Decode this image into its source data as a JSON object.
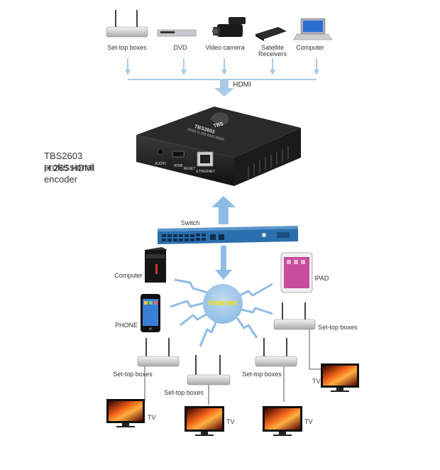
{
  "sources": {
    "stb": "Set-top boxes",
    "dvd": "DVD",
    "camera": "Video camera",
    "satellite_line1": "Satellite",
    "satellite_line2": "Receivers",
    "computer": "Computer"
  },
  "hdmi_label": "HDMI",
  "encoder": {
    "title_line1": "TBS2603 professional",
    "title_line2": "H.265 HDMI encoder",
    "brand": "TBS",
    "model": "TBS2603",
    "subtitle": "HDMI H.265 ENCODER",
    "ports": {
      "audio": "AUDIO",
      "hdmi": "HDMI",
      "reset": "RESET",
      "ethernet": "ETHERNET"
    }
  },
  "switch_label": "Switch",
  "internet_label": "Internet",
  "clients": {
    "computer": "Computer",
    "phone": "PHONE",
    "ipad": "IPAD",
    "stb_right": "Set-top boxes",
    "stb_left": "Set-top boxes",
    "stb_mid_left": "Set-top boxes",
    "stb_mid_right": "Set-top boxes",
    "tv": "TV"
  },
  "colors": {
    "arrow": "#a9cbe8",
    "arrow_dark": "#7fb0dc",
    "internet_cloud": "#a9cbe8",
    "internet_text": "#f2e200",
    "lightning": "#8fbce6",
    "switch_body": "#2a6fae"
  }
}
